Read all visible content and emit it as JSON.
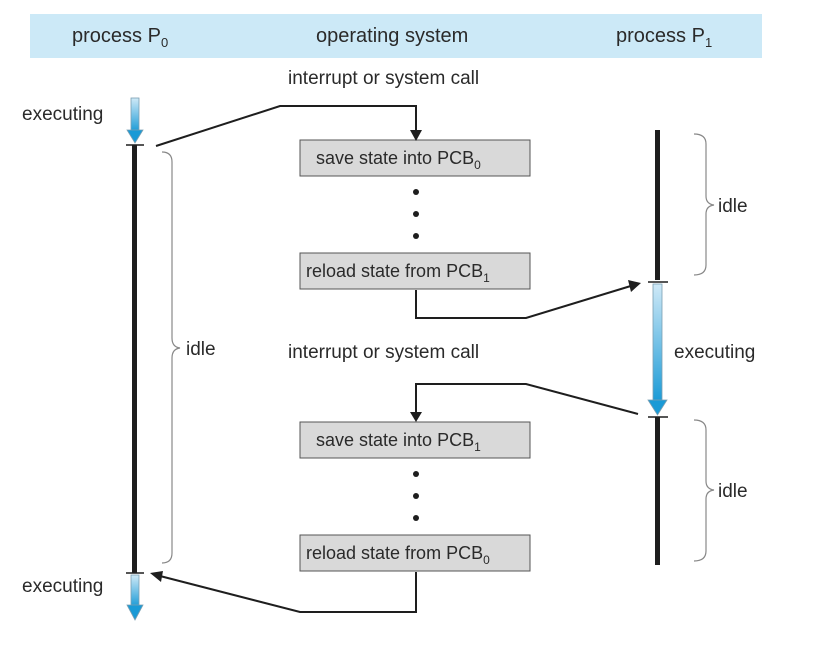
{
  "header": {
    "col_p0": "process P",
    "col_p0_sub": "0",
    "col_os": "operating system",
    "col_p1": "process P",
    "col_p1_sub": "1",
    "bg_color": "#cce9f7"
  },
  "os": {
    "call_label_top": "interrupt or system call",
    "call_label_mid": "interrupt or system call",
    "box1_text": "save state into PCB",
    "box1_sub": "0",
    "box2_text": "reload state from PCB",
    "box2_sub": "1",
    "box3_text": "save state into PCB",
    "box3_sub": "1",
    "box4_text": "reload state from PCB",
    "box4_sub": "0",
    "box_fill": "#d9d9d9"
  },
  "p0": {
    "executing_top": "executing",
    "idle": "idle",
    "executing_bottom": "executing"
  },
  "p1": {
    "idle_top": "idle",
    "executing": "executing",
    "idle_bottom": "idle"
  },
  "colors": {
    "exec_gradient_start": "#cfe9f7",
    "exec_gradient_end": "#1a9ad6",
    "line": "#1e1e1e"
  }
}
